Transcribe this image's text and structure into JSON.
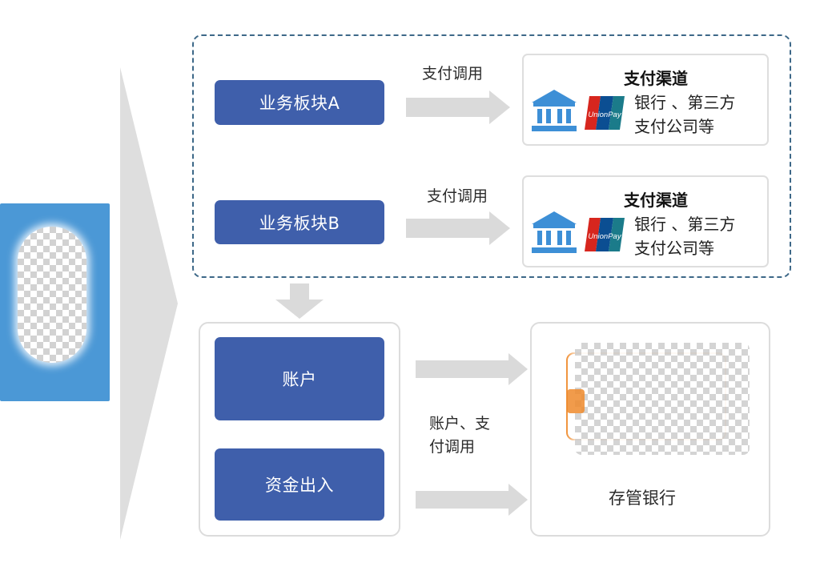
{
  "module_a": {
    "label": "业务板块A",
    "arrow_label": "支付调用"
  },
  "module_b": {
    "label": "业务板块B",
    "arrow_label": "支付调用"
  },
  "channel_a": {
    "title": "支付渠道",
    "desc_line1": "银行 、第三方",
    "desc_line2": "支付公司等",
    "unionpay_text": "UnionPay"
  },
  "channel_b": {
    "title": "支付渠道",
    "desc_line1": "银行 、第三方",
    "desc_line2": "支付公司等",
    "unionpay_text": "UnionPay"
  },
  "account": {
    "label": "账户"
  },
  "funds": {
    "label": "资金出入"
  },
  "middle_label": {
    "line1": "账户、支",
    "line2": "付调用"
  },
  "bank": {
    "label": "存管银行"
  },
  "colors": {
    "button_blue": "#3f5fab",
    "left_card_blue": "#4b98d6",
    "dashed_border": "#3d6888",
    "arrow_gray": "#dadada",
    "unionpay_red": "#d7261e",
    "unionpay_teal": "#1b7b8a",
    "bank_icon_blue": "#3d8fd6",
    "accent_orange": "#ef8a2b"
  }
}
